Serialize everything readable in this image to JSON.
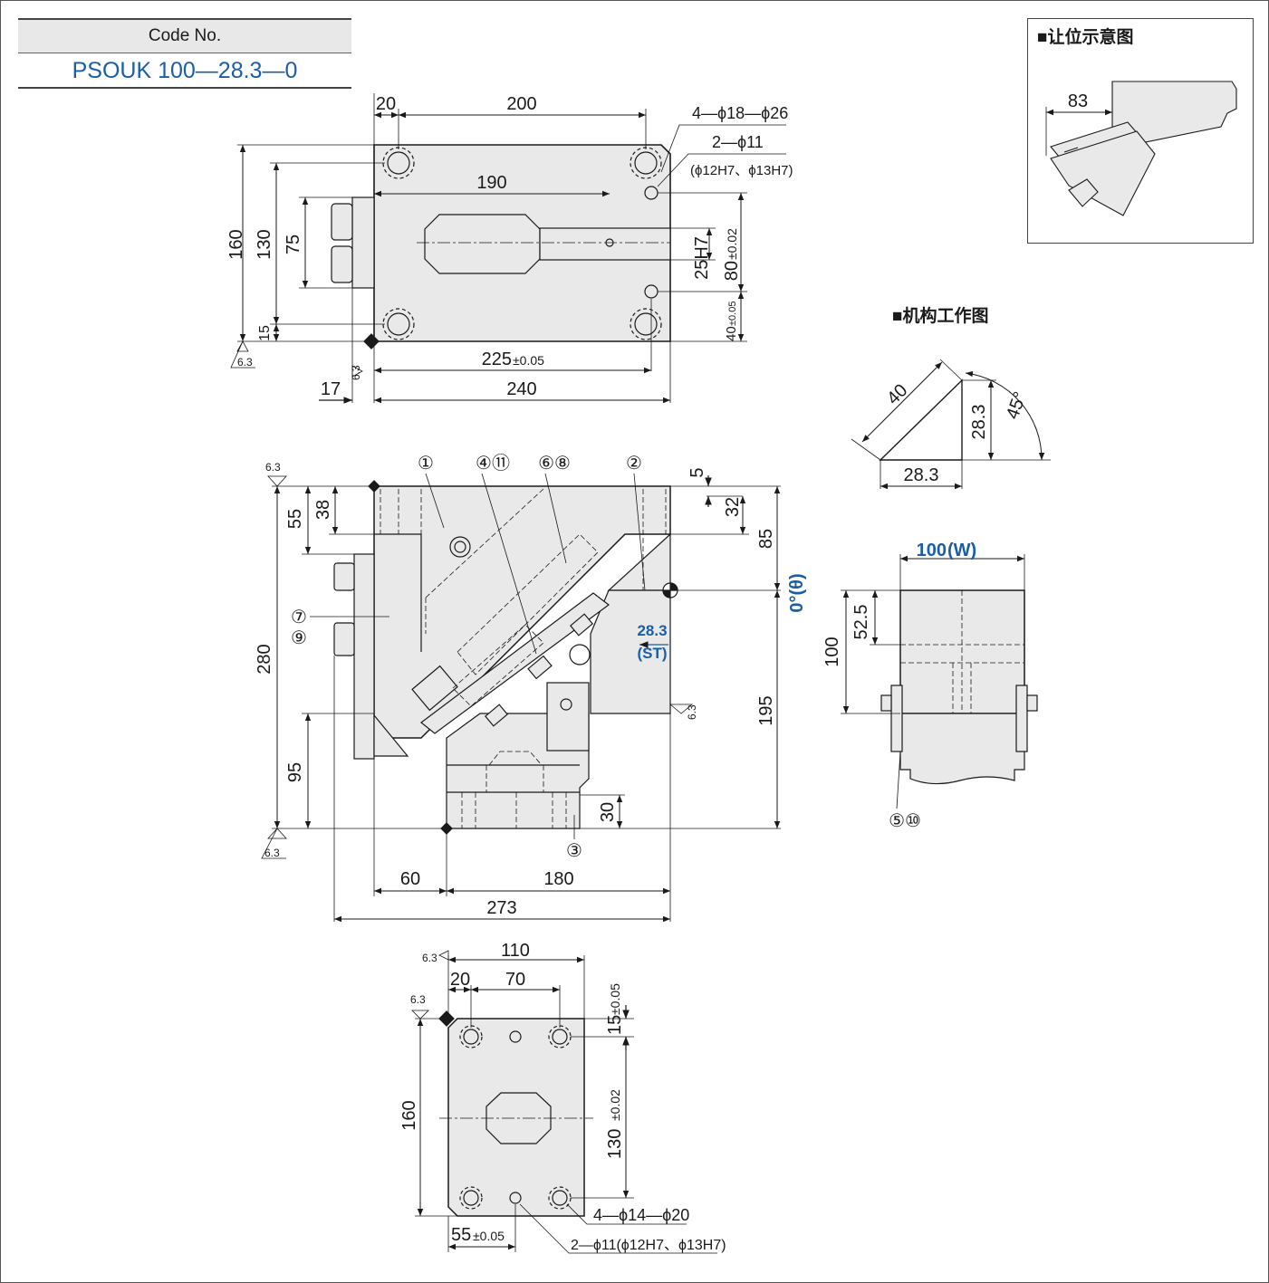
{
  "code_table": {
    "header": "Code No.",
    "value": "PSOUK 100—28.3—0"
  },
  "labels": {
    "inset_title": "■让位示意图",
    "mech_title": "■机构工作图"
  },
  "top_view": {
    "d20": "20",
    "d200": "200",
    "d190": "190",
    "d225": "225",
    "d225_tol": "±0.05",
    "d240": "240",
    "d17": "17",
    "d160": "160",
    "d130": "130",
    "d75": "75",
    "d15": "15",
    "d25h7": "25H7",
    "d80": "80",
    "d80_tol": "±0.02",
    "d40": "40",
    "d40_tol": "±0.05",
    "holes1": "4—ϕ18—ϕ26",
    "holes2": "2—ϕ11",
    "holes2_fit": "(ϕ12H7、ϕ13H7)",
    "rough": "6.3"
  },
  "front_view": {
    "c1": "①",
    "c2": "②",
    "c3": "③",
    "c4": "④⑪",
    "c6": "⑥⑧",
    "c7": "⑦",
    "c9": "⑨",
    "d5": "5",
    "d32": "32",
    "d85": "85",
    "d195": "195",
    "d55": "55",
    "d38": "38",
    "d280": "280",
    "d95": "95",
    "d30": "30",
    "d60": "60",
    "d180": "180",
    "d273": "273",
    "st_value": "28.3",
    "st_label": "(ST)",
    "theta": "0°(θ)",
    "rough": "6.3"
  },
  "bottom_view": {
    "d110": "110",
    "d20": "20",
    "d70": "70",
    "d15": "15",
    "d15_tol": "±0.05",
    "d130": "130",
    "d130_tol": "±0.02",
    "d160": "160",
    "d55": "55",
    "d55_tol": "±0.05",
    "holes1": "4—ϕ14—ϕ20",
    "holes2": "2—ϕ11(ϕ12H7、ϕ13H7)",
    "rough": "6.3"
  },
  "side_view": {
    "width": "100",
    "width_label": "(W)",
    "d52": "52.5",
    "d100": "100",
    "c5": "⑤⑩"
  },
  "mechanism": {
    "d40": "40",
    "d28v": "28.3",
    "d28h": "28.3",
    "angle": "45°"
  },
  "inset": {
    "d83": "83"
  },
  "colors": {
    "line": "#1a1a1a",
    "fill": "#e9e9e9",
    "accent": "#1a5ea8"
  }
}
